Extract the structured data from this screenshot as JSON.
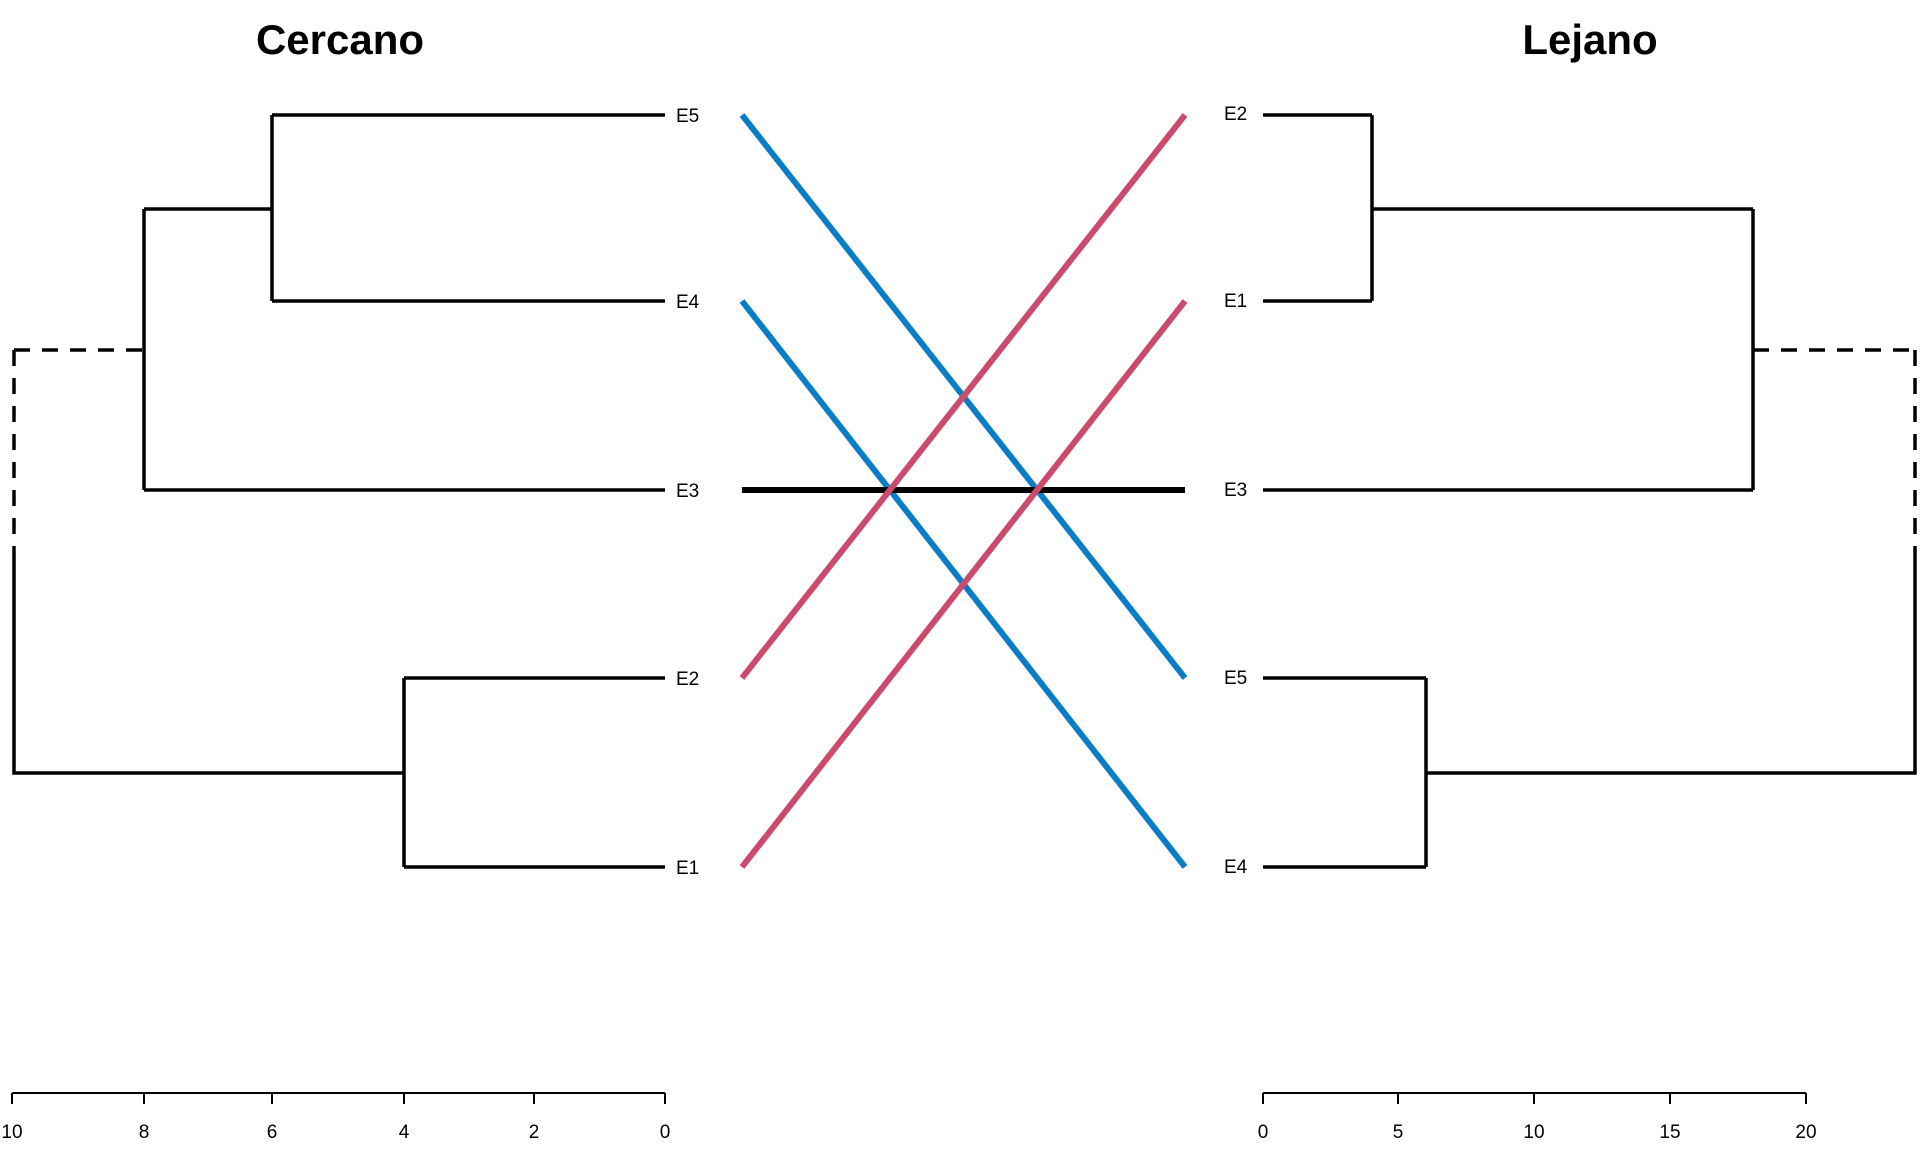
{
  "left_tree": {
    "title": "Cercano",
    "leaves": [
      "E5",
      "E4",
      "E3",
      "E2",
      "E1"
    ],
    "axis_ticks": [
      "10",
      "8",
      "6",
      "4",
      "2",
      "0"
    ],
    "axis_range": [
      10,
      0
    ]
  },
  "right_tree": {
    "title": "Lejano",
    "leaves": [
      "E2",
      "E1",
      "E3",
      "E5",
      "E4"
    ],
    "axis_ticks": [
      "0",
      "5",
      "10",
      "15",
      "20"
    ],
    "axis_range": [
      0,
      20
    ]
  },
  "connections": [
    {
      "from": "E5",
      "to": "E5",
      "color": "#0a7dc7"
    },
    {
      "from": "E4",
      "to": "E4",
      "color": "#0a7dc7"
    },
    {
      "from": "E3",
      "to": "E3",
      "color": "#000000"
    },
    {
      "from": "E2",
      "to": "E2",
      "color": "#cc4b6d"
    },
    {
      "from": "E1",
      "to": "E1",
      "color": "#cc4b6d"
    }
  ],
  "colors": {
    "blue": "#0a7dc7",
    "pink": "#cc4b6d",
    "black": "#000000"
  }
}
